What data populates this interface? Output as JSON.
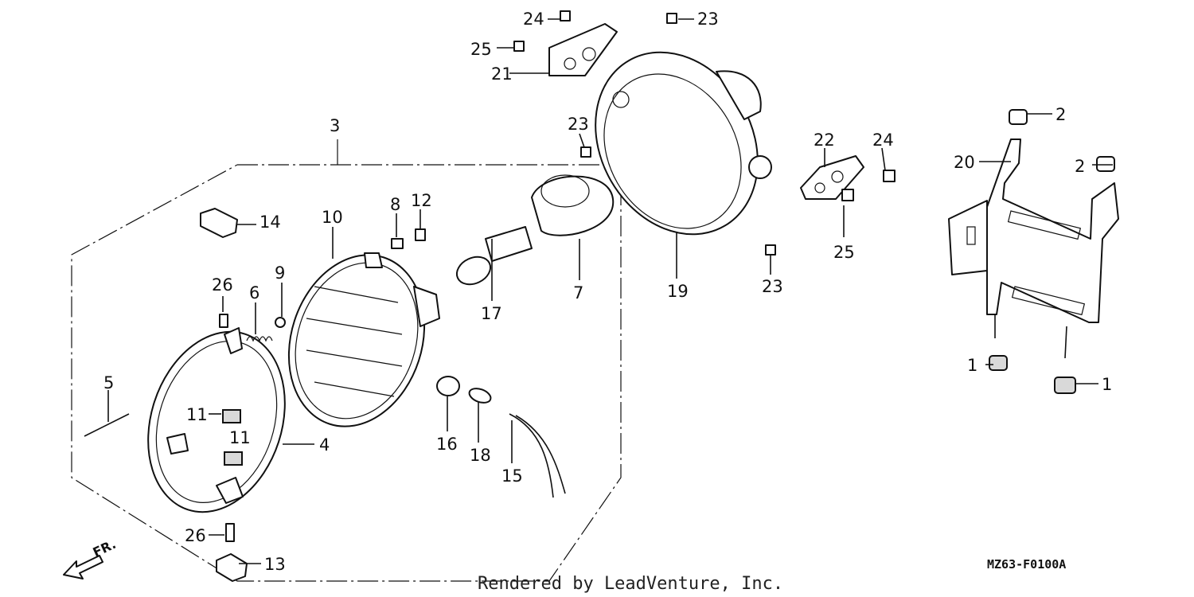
{
  "diagram": {
    "part_code": "MZ63-F0100A",
    "credit": "Rendered by LeadVenture, Inc.",
    "direction_marker": "FR.",
    "callouts": {
      "c1a": "1",
      "c1b": "1",
      "c2a": "2",
      "c2b": "2",
      "c3": "3",
      "c4": "4",
      "c5": "5",
      "c6": "6",
      "c7": "7",
      "c8": "8",
      "c9": "9",
      "c10": "10",
      "c11a": "11",
      "c11b": "11",
      "c12": "12",
      "c13": "13",
      "c14": "14",
      "c15": "15",
      "c16": "16",
      "c17": "17",
      "c18": "18",
      "c19": "19",
      "c20": "20",
      "c21": "21",
      "c22": "22",
      "c23a": "23",
      "c23b": "23",
      "c23c": "23",
      "c24a": "24",
      "c24b": "24",
      "c25a": "25",
      "c25b": "25",
      "c26a": "26",
      "c26b": "26"
    }
  }
}
